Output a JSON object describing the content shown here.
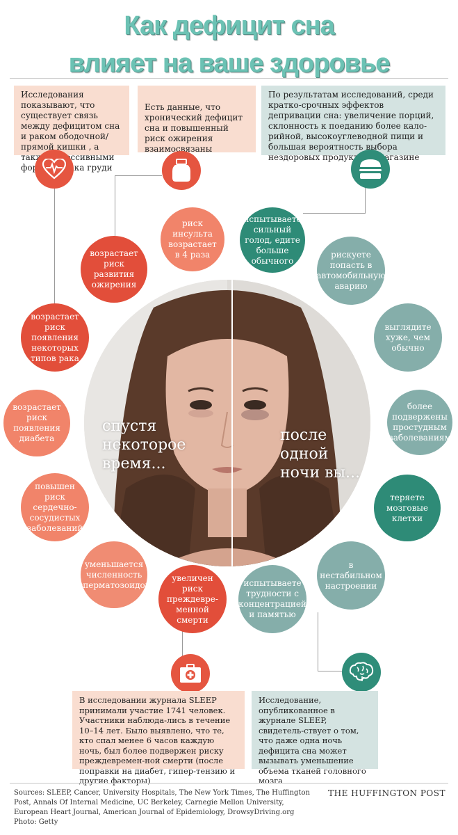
{
  "title": {
    "line1": "Как дефицит сна",
    "line2": "влияет на ваше здоровье"
  },
  "top_boxes": [
    "Исследования показывают, что существует связь между дефицитом сна и раком ободочной/прямой кишки , а также агрессивными формами рака груди",
    "Есть данные, что хронический дефицит сна и повышенный риск ожирения взаимосвязаны",
    "По результатам исследований, среди кратко-срочных эффектов депривации сна: увеличение порций, склонность к поеданию более кало-рийной, высокоуглеводной пищи и большая вероятность выбора нездоровых продуктов в магазине"
  ],
  "icons": {
    "heart": "heart-pulse-icon",
    "jar": "jar-icon",
    "burger": "burger-icon",
    "medkit": "first-aid-kit-icon",
    "brain": "brain-icon"
  },
  "left_bubbles": [
    "риск инсульта возрастает в 4 раза",
    "возрастает риск развития ожирения",
    "возрастает риск появления некоторых типов рака",
    "возрастает риск появления диабета",
    "повышен риск сердечно-сосудистых заболеваний",
    "уменьшается численность сперматозоидов",
    "увеличен риск преждевре-менной смерти"
  ],
  "right_bubbles": [
    "испытываете сильный голод, едите больше обычного",
    "рискуете попасть в автомобильную аварию",
    "выглядите хуже, чем обычно",
    "более подвержены простудным заболеваниям",
    "теряете мозговые клетки",
    "в нестабильном настроении",
    "испытываете трудности с концентрацией и памятью"
  ],
  "face": {
    "left_text": "спустя некоторое время...",
    "right_text": "после одной ночи вы..."
  },
  "bottom_boxes": [
    "В исследовании журнала SLEEP принимали участие 1741 человек. Участники наблюда-лись в течение 10–14 лет. Было выявлено, что те, кто спал менее 6 часов каждую ночь, был более подвержен риску преждевремен-ной смерти (после поправки на диабет, гипер-тензию и другие факторы)",
    "Исследование, опубликованное в журнале SLEEP, свидетель-ствует о том, что даже одна ночь дефицита сна может вызывать уменьшение объема тканей головного мозга"
  ],
  "footer": {
    "sources": "Sources: SLEEP, Cancer, University Hospitals, The New York Times, The Huffington Post, Annals Of Internal Medicine, UC Berkeley, Carnegie Mellon University, European Heart Journal, American Journal of Epidemiology, DrowsyDriving.org",
    "photo": "Photo: Getty",
    "brand": "THE HUFFINGTON POST"
  },
  "colors": {
    "title": "#6cc2b4",
    "red": "#e55540",
    "salmon": "#f1846a",
    "teal": "#2f8d79",
    "sage": "#85aeaa",
    "pink_box": "#f9ddd0",
    "gray_box": "#d4e3e1"
  }
}
